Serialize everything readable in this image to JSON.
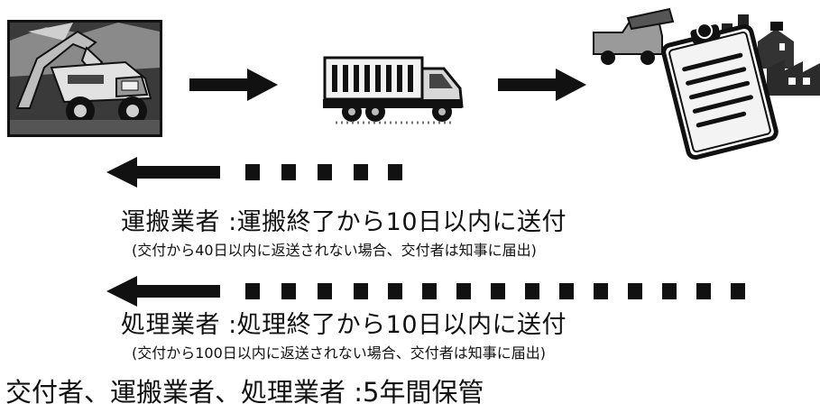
{
  "flow": {
    "step1": "excavator-and-dump-truck-icon",
    "step2": "transport-truck-icon",
    "step3": "processing-facility-with-manifest-icon"
  },
  "transport_return": {
    "label": "運搬業者 :運搬終了から10日以内に送付",
    "note": "(交付から40日以内に返送されない場合、交付者は知事に届出)"
  },
  "processing_return": {
    "label": "処理業者 :処理終了から10日以内に送付",
    "note": "(交付から100日以内に返送されない場合、交付者は知事に届出)"
  },
  "retention": {
    "label": "交付者、運搬業者、処理業者 :5年間保管"
  }
}
